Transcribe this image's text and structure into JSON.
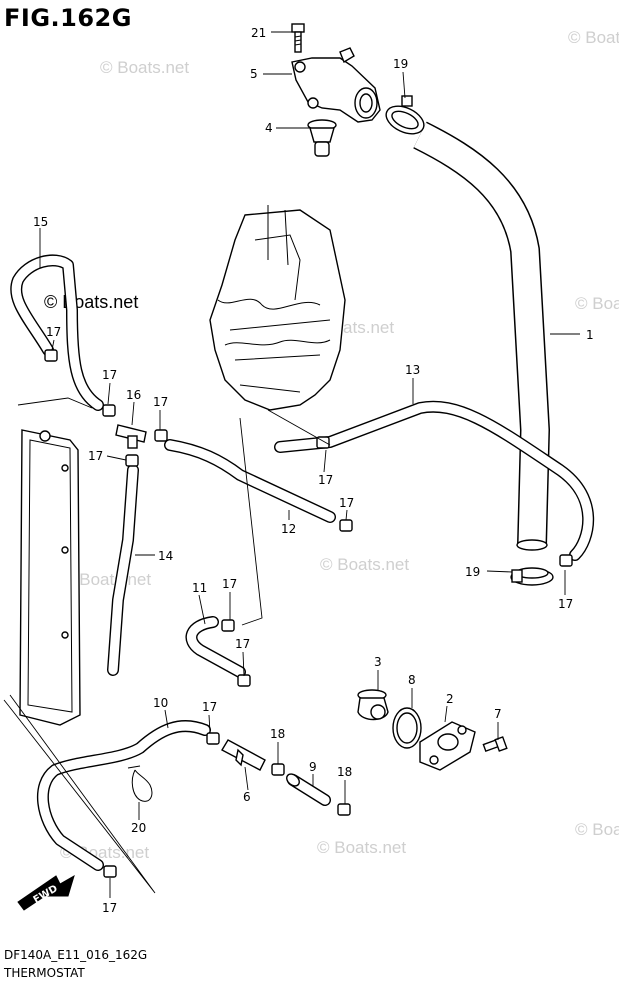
{
  "header": {
    "figure_title": "FIG.162G"
  },
  "footer": {
    "diagram_code": "DF140A_E11_016_162G",
    "section_name": "THERMOSTAT"
  },
  "watermark": {
    "text": "© Boats.net"
  },
  "fwd_arrow": {
    "label": "FWD"
  },
  "callouts": {
    "c1": "1",
    "c2": "2",
    "c3": "3",
    "c4": "4",
    "c5": "5",
    "c6": "6",
    "c7": "7",
    "c8": "8",
    "c9": "9",
    "c10": "10",
    "c11": "11",
    "c12": "12",
    "c13": "13",
    "c14": "14",
    "c15": "15",
    "c16": "16",
    "c17": "17",
    "c18": "18",
    "c19": "19",
    "c20": "20",
    "c21": "21"
  }
}
